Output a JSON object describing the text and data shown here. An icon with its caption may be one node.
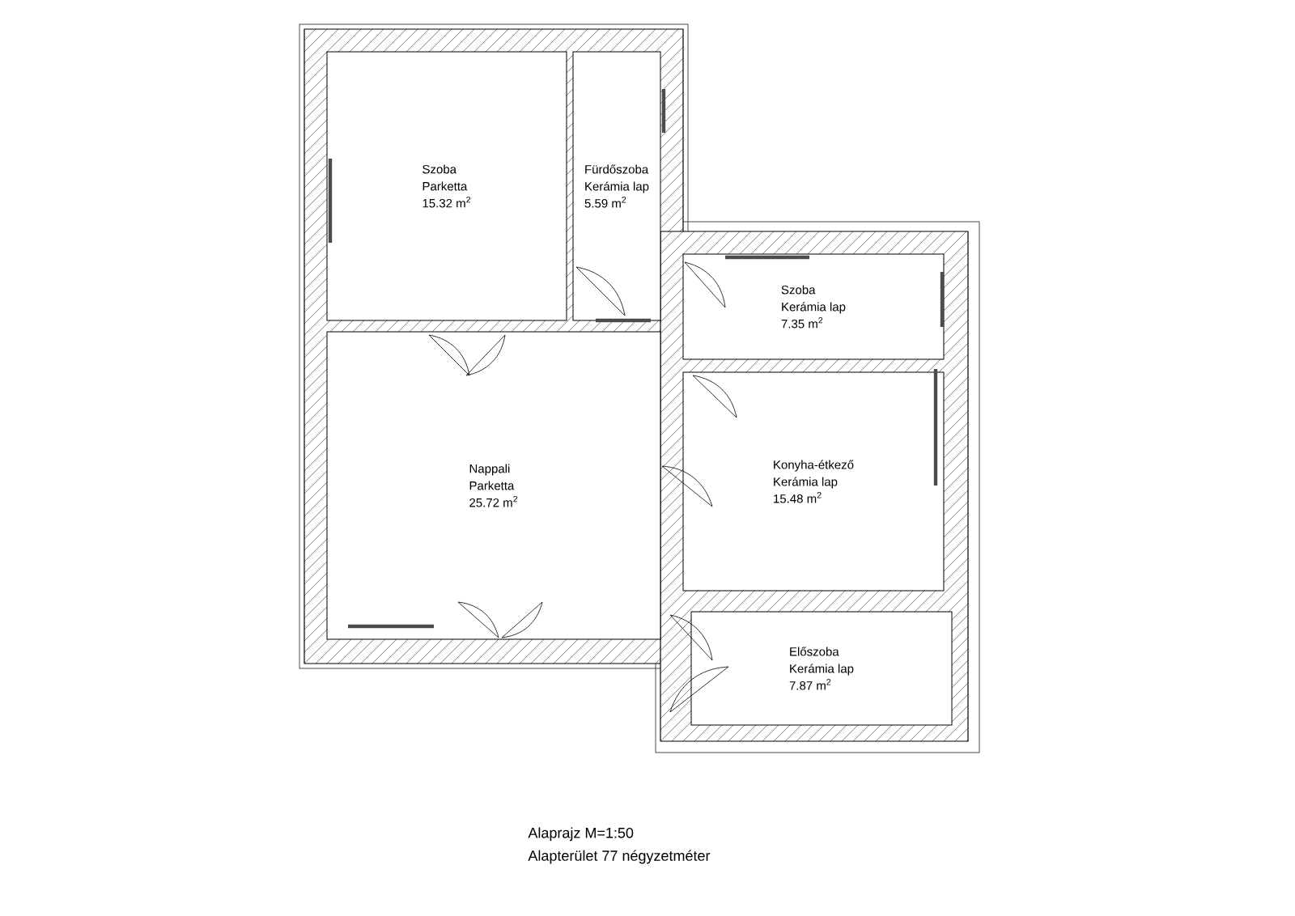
{
  "diagram": {
    "nodes": [
      {
        "text": [
          "Szoba",
          "Parketta",
          "15.32 m$^{2}$"
        ]
      },
      {
        "text": [
          "Fürdőszoba",
          "Kerámia lap",
          "5.59 m$^{2}$"
        ]
      },
      {
        "text": [
          "Nappali",
          "Parketta",
          "25.72 m$^{2}$"
        ]
      },
      {
        "text": [
          "Szoba",
          "Kerámia lap",
          "7.35 m$^{2}$"
        ]
      },
      {
        "text": [
          "Konyha-étkező",
          "Kerámia lap",
          "15.48 m$^{2}$"
        ]
      },
      {
        "text": [
          "Előszoba",
          "Kerámia lap",
          "7.87 m$^{2}$"
        ]
      }
    ],
    "labels": [
      "Alaprajz M=1:50",
      "Alapterület 77 négyzetméter"
    ]
  }
}
